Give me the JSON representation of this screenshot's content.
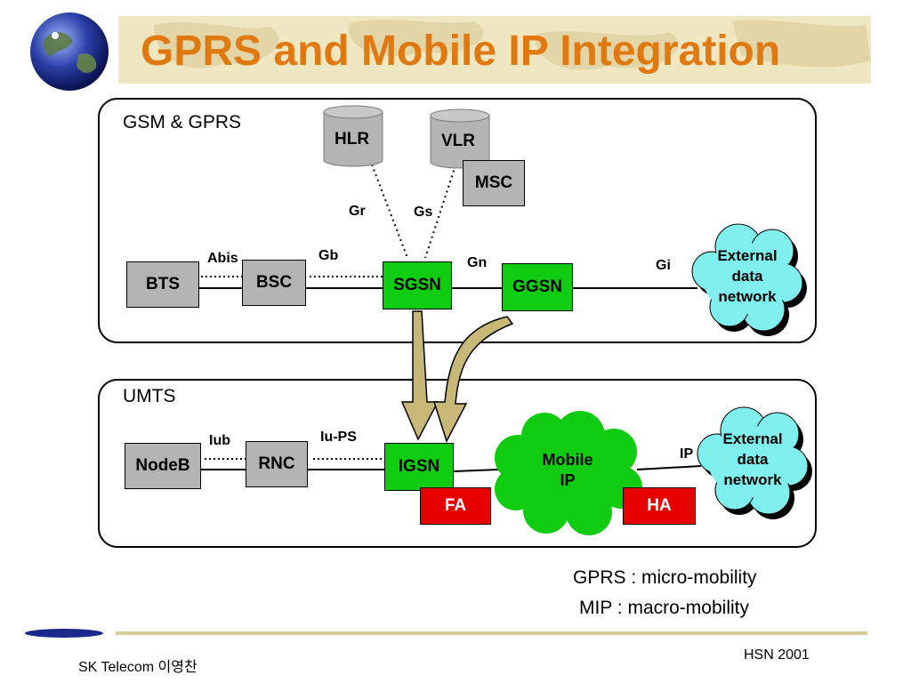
{
  "title": "GPRS and Mobile IP Integration",
  "panels": {
    "gprs": "GSM & GPRS",
    "umts": "UMTS"
  },
  "nodes": {
    "hlr": "HLR",
    "vlr": "VLR",
    "msc": "MSC",
    "bts": "BTS",
    "bsc": "BSC",
    "sgsn": "SGSN",
    "ggsn": "GGSN",
    "nodeb": "NodeB",
    "rnc": "RNC",
    "igsn": "IGSN",
    "fa": "FA",
    "ha": "HA"
  },
  "interfaces": {
    "abis": "Abis",
    "gb": "Gb",
    "gr": "Gr",
    "gs": "Gs",
    "gn": "Gn",
    "gi": "Gi",
    "iub": "Iub",
    "iups": "Iu-PS",
    "ip": "IP"
  },
  "clouds": {
    "external_top": {
      "line1": "External",
      "line2": "data",
      "line3": "network"
    },
    "external_bottom": {
      "line1": "External",
      "line2": "data",
      "line3": "network"
    },
    "mobile_ip": {
      "line1": "Mobile",
      "line2": "IP"
    }
  },
  "notes": {
    "micro": "GPRS : micro-mobility",
    "macro": "MIP :  macro-mobility"
  },
  "footer": {
    "left": "SK Telecom 이영찬",
    "right": "HSN 2001"
  },
  "colors": {
    "title": "#e07a10",
    "node_gray": "#b4b4b4",
    "node_green": "#10cc10",
    "node_red": "#e60000",
    "cloud_cyan": "#7ff0ee",
    "cloud_green": "#10cc10",
    "arrow": "#c8b878"
  }
}
